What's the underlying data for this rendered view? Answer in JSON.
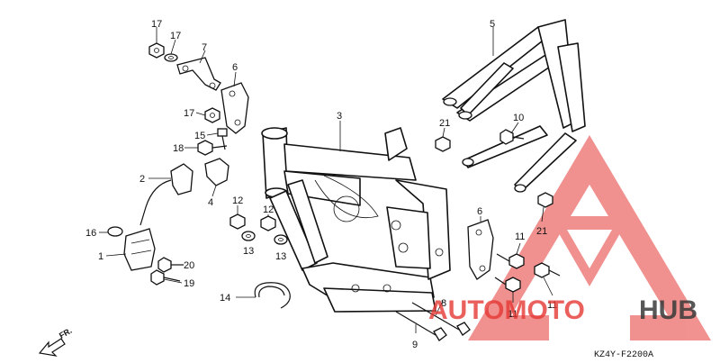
{
  "labels": {
    "p17a": "17",
    "p17b": "17",
    "p7": "7",
    "p6a": "6",
    "p17c": "17",
    "p15": "15",
    "p18": "18",
    "p2": "2",
    "p4": "4",
    "p16": "16",
    "p1": "1",
    "p20": "20",
    "p19": "19",
    "p12a": "12",
    "p12b": "12",
    "p13a": "13",
    "p13b": "13",
    "p14": "14",
    "p3": "3",
    "p5": "5",
    "p21a": "21",
    "p10": "10",
    "p6b": "6",
    "p21b": "21",
    "p11a": "11",
    "p11b": "11",
    "p11c": "11",
    "p8": "8",
    "p9": "9"
  },
  "direction_label": "FR.",
  "diagram_code": "KZ4Y-F2200A",
  "watermark": {
    "brand_left": "AUTOMOTO",
    "brand_right": "HUB",
    "accent_color": "#e53935",
    "dark_color": "#3a3a3a"
  }
}
